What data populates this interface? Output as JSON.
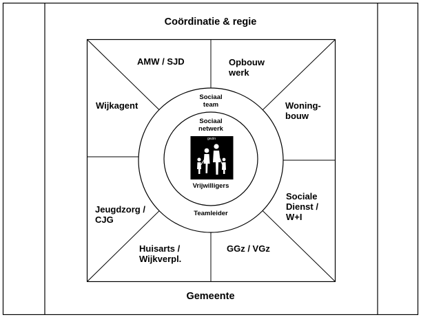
{
  "header": {
    "title": "Coördinatie & regie"
  },
  "footer": {
    "title": "Gemeente"
  },
  "segments": {
    "amw": "AMW / SJD",
    "opbouw": "Opbouw\nwerk",
    "wijkagent": "Wijkagent",
    "woning": "Woning-\nbouw",
    "jeugd": "Jeugdzorg /\nCJG",
    "sociale": "Sociale\nDienst /\nW+I",
    "huisarts": "Huisarts /\nWijkverpl.",
    "ggz": "GGz / VGz"
  },
  "rings": {
    "sociaal_team": "Sociaal\nteam",
    "sociaal_netwerk": "Sociaal\nnetwerk",
    "teamleider": "Teamleider",
    "vrijwilligers": "Vrijwilligers"
  },
  "center": {
    "image_caption": "gezin",
    "icon": "family-icon"
  },
  "colors": {
    "line": "#000000",
    "background": "#ffffff",
    "photo": "#000000"
  }
}
